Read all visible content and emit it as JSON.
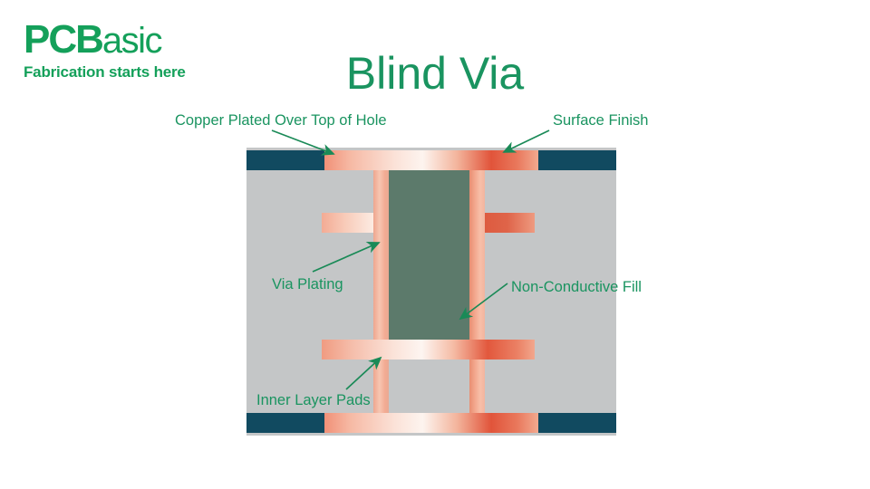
{
  "brand": {
    "logo_primary": "PCB",
    "logo_secondary": "asic",
    "tagline": "Fabrication starts here",
    "brand_color": "#14a05a"
  },
  "title": "Blind Via",
  "title_color": "#1a9460",
  "labels": {
    "copper_top": "Copper Plated Over Top of Hole",
    "surface_finish": "Surface Finish",
    "via_plating": "Via Plating",
    "non_conductive_fill": "Non-Conductive Fill",
    "inner_layer_pads": "Inner Layer Pads"
  },
  "diagram": {
    "type": "pcb-cross-section",
    "substrate_color": "#c4c6c7",
    "surface_finish_color": "#114a60",
    "copper_color": "#f2a78d",
    "fill_color": "#5c7a6b",
    "leader_color": "#1a8a57",
    "layers": [
      {
        "name": "surface-finish-top",
        "color": "#114a60"
      },
      {
        "name": "copper-cap-top",
        "color": "#f2a78d"
      },
      {
        "name": "via-plating-left",
        "color": "#f3ab93"
      },
      {
        "name": "non-conductive-fill",
        "color": "#5c7a6b"
      },
      {
        "name": "via-plating-right",
        "color": "#f3a78d"
      },
      {
        "name": "inner-layer-pad-left",
        "color": "#f8cbb9"
      },
      {
        "name": "inner-layer-pad-right",
        "color": "#df6449"
      },
      {
        "name": "inner-layer-pad-bottom",
        "color": "#f5bba4"
      },
      {
        "name": "copper-cap-bottom",
        "color": "#f2a78d"
      },
      {
        "name": "surface-finish-bottom",
        "color": "#114a60"
      }
    ]
  }
}
